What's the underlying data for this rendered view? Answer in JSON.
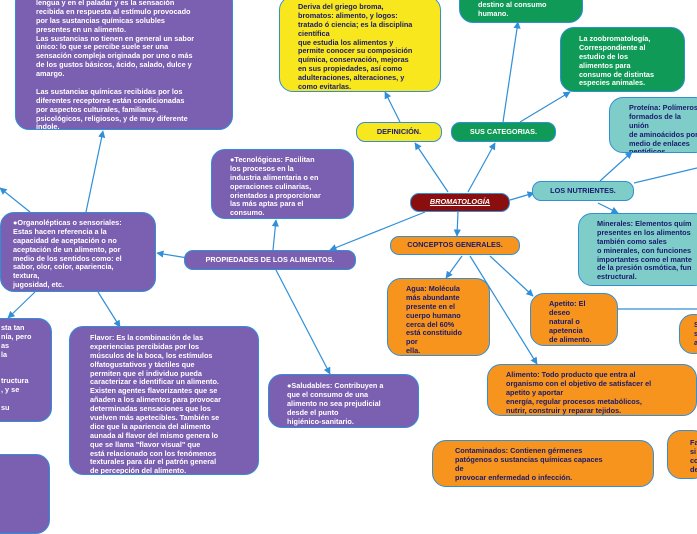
{
  "center": {
    "label": "BROMATOLOGÍA"
  },
  "definicion": {
    "label": "DEFINICIÓN.",
    "text": "Deriva del griego broma,\nbromatos: alimento, y logos:\ntratado ó ciencia; es la disciplina\ncientífica\nque estudia los alimentos y\npermite conocer su composición\nquímica, conservación, mejoras\nen sus propiedades, así como\nadulteraciones, alteraciones, y\ncomo evitarlas."
  },
  "subcategorias": {
    "label": "SUS CATEGORIAS.",
    "top_text": "destino al consumo\nhumano.",
    "zoo_text": "La zoobromatología,\nCorrespondiente al\nestudio de los\nalimentos para\nconsumo de distintas\nespecies animales."
  },
  "nutrientes": {
    "label": "LOS NUTRIENTES.",
    "proteina": "Proteína: Polímeros\nformados de la unión\nde aminoácidos por\nmedio de enlaces\npeptídicos.",
    "minerales": "Minerales: Elementos quím\npresentes en los alimentos\ntambién como sales\n o minerales, con funciones\nimportantes como el mante\nde la presión osmótica, fun\nestructural."
  },
  "conceptos": {
    "label": "CONCEPTOS GENERALES.",
    "agua": "Agua: Molécula\nmás abundante\npresente en el\ncuerpo humano\ncerca del 60%\nestá constituido\npor\nella.",
    "apetito": "Apetito: El\ndeseo\nnatural o\napetencia\nde alimento.",
    "alimento": "Alimento: Todo producto que entra al\norganismo con el objetivo de satisfacer el\napetito y aportar\nenergía, regular procesos metabólicos,\nnutrir, construir y reparar tejidos.",
    "contaminados": "Contaminados: Contienen gérmenes\npatógenos o sustancias químicas capaces\nde\nprovocar enfermedad o infección.",
    "right_top": "S\ns\na",
    "right_bottom": "Fa\nsi\ncc\nde"
  },
  "propiedades": {
    "label": "PROPIEDADES DE LOS ALIMENTOS.",
    "tecnologicas": "●Tecnológicas: Facilitan\nlos procesos en la\nindustria alimentaria o en\noperaciones culinarias,\norientados a proporcionar\nlas más aptas para el\nconsumo.",
    "organolepticas": "●Organolépticas o sensoriales:\nEstas hacen referencia a la\ncapacidad de aceptación o no\naceptación de un alimento, por\nmedio de los sentidos como: el\nsabor, olor, color, apariencia,\ntextura,\njugosidad, etc.",
    "saludables": "●Saludables: Contribuyen a\nque el consumo de una\nalimento no sea prejudicial\ndesde el punto\nhigiénico-sanitario.",
    "flavor": "Flavor:  Es la combinación de las\nexperiencias percibidas por los\nmúsculos de la boca, los estímulos\nolfatogustativos y táctiles que\npermiten que el individuo pueda\ncaracterizar e identificar un alimento.\nExisten agentes flavorizantes que se\nañaden a los alimentos para provocar\ndeterminadas sensaciones que los\nvuelven más apetecibles. También se\ndice que la apariencia del alimento\naunada al flavor del mismo genera lo\nque se llama \"flavor visual\" que\nestá relacionado con los fenómenos\ntexturales para dar el patrón general\nde percepción del alimento.",
    "sabor": "lengua y en el paladar y es la sensación\nrecibida en respuesta al estímulo provocado\npor las sustancias químicas solubles\npresentes en un alimento.\nLas sustancias no tienen en general un sabor\núnico: lo que se percibe suele ser una\nsensación compleja originada por uno o más\nde los gustos básicos, ácido, salado, dulce y\namargo.\n\nLas sustancias químicas recibidas por los\ndiferentes receptores están condicionadas\npor aspectos culturales, familiares,\npsicológicos, religiosos, y de muy diferente\níndole.",
    "textura_fragment": "sta tan\nnía, pero\nas\nla\n\n\ntructura\n, y se\n\nsu"
  }
}
